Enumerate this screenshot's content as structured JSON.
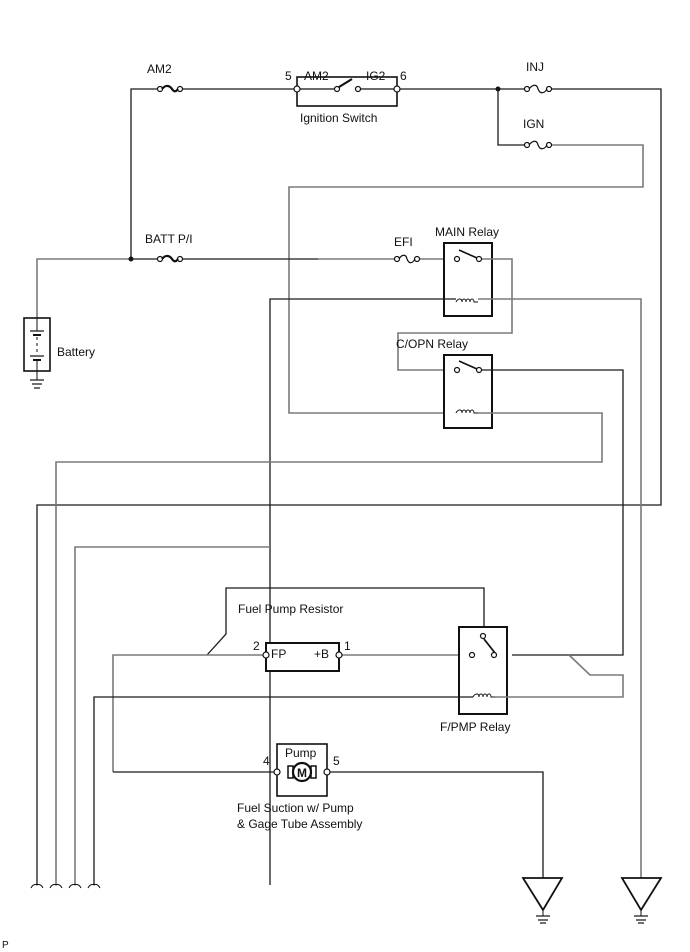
{
  "diagram": {
    "type": "wiring-diagram",
    "components": {
      "fuse_am2": "AM2",
      "fuse_inj": "INJ",
      "fuse_ign": "IGN",
      "fuse_batt": "BATT P/I",
      "fuse_efi": "EFI",
      "ignition_switch": {
        "name": "Ignition Switch",
        "left_contact": "AM2",
        "right_contact": "IG2",
        "left_pin": "5",
        "right_pin": "6"
      },
      "battery": "Battery",
      "main_relay": "MAIN Relay",
      "copn_relay": "C/OPN Relay",
      "fuel_pump_resistor": {
        "name": "Fuel Pump Resistor",
        "left_contact": "FP",
        "right_contact": "+B",
        "left_pin": "2",
        "right_pin": "1"
      },
      "fpmp_relay": "F/PMP Relay",
      "pump": {
        "name": "Pump",
        "motor_symbol": "M",
        "left_pin": "4",
        "right_pin": "5",
        "assembly_line1": "Fuel Suction w/ Pump",
        "assembly_line2": "& Gage Tube Assembly"
      }
    },
    "corner_mark": "P"
  }
}
